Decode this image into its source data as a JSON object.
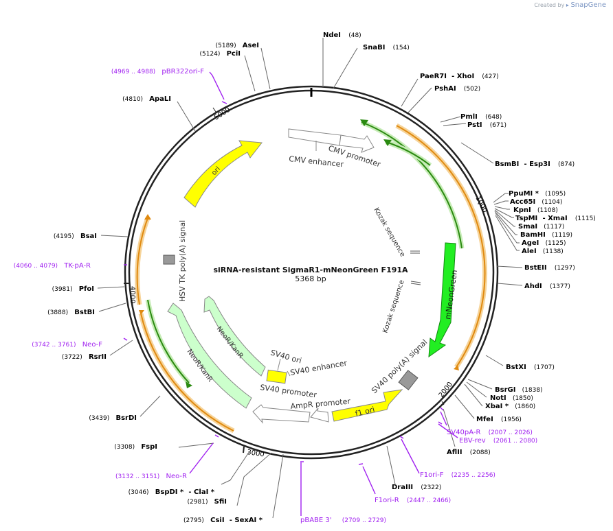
{
  "credit": {
    "created_by": "Created by",
    "brand": "SnapGene"
  },
  "title": "siRNA-resistant SigmaR1-mNeonGreen F191A",
  "length_label": "5368 bp",
  "total_bp": 5368,
  "tick_labels": [
    "1000",
    "2000",
    "3000",
    "4000",
    "5000"
  ],
  "colors": {
    "ring": "#222222",
    "primer": "#a020f0",
    "ori": "#ffff00",
    "orf_green": "#22ee22",
    "neo": "#ccffcc",
    "orange_band": "#f0a020",
    "dark_green": "#2a8a10",
    "terminator": "#999999"
  },
  "enzymes": [
    {
      "name": "NdeI",
      "pos": "(48)"
    },
    {
      "name": "SnaBI",
      "pos": "(154)"
    },
    {
      "name": "PaeR7I",
      "name2": "- XhoI",
      "pos": "(427)"
    },
    {
      "name": "PshAI",
      "pos": "(502)"
    },
    {
      "name": "PmlI",
      "pos": "(648)"
    },
    {
      "name": "PstI",
      "pos": "(671)"
    },
    {
      "name": "BsmBI",
      "name2": "- Esp3I",
      "pos": "(874)"
    },
    {
      "name": "PpuMI *",
      "pos": "(1095)"
    },
    {
      "name": "Acc65I",
      "pos": "(1104)"
    },
    {
      "name": "KpnI",
      "pos": "(1108)"
    },
    {
      "name": "TspMI",
      "name2": "- XmaI",
      "pos": "(1115)"
    },
    {
      "name": "SmaI",
      "pos": "(1117)"
    },
    {
      "name": "BamHI",
      "pos": "(1119)"
    },
    {
      "name": "AgeI",
      "pos": "(1125)"
    },
    {
      "name": "AleI",
      "pos": "(1138)"
    },
    {
      "name": "BstEII",
      "pos": "(1297)"
    },
    {
      "name": "AhdI",
      "pos": "(1377)"
    },
    {
      "name": "BstXI",
      "pos": "(1707)"
    },
    {
      "name": "BsrGI",
      "pos": "(1838)"
    },
    {
      "name": "NotI",
      "pos": "(1850)"
    },
    {
      "name": "XbaI *",
      "pos": "(1860)"
    },
    {
      "name": "MfeI",
      "pos": "(1956)"
    },
    {
      "name": "AflII",
      "pos": "(2088)"
    },
    {
      "name": "DraIII",
      "pos": "(2322)"
    },
    {
      "name": "SfiI",
      "pos": "(2981)"
    },
    {
      "name": "CsiI",
      "name2": "- SexAI *",
      "pos": "(2795)"
    },
    {
      "name": "BspDI *",
      "name2": "- ClaI *",
      "pos": "(3046)"
    },
    {
      "name": "FspI",
      "pos": "(3308)"
    },
    {
      "name": "BsrDI",
      "pos": "(3439)"
    },
    {
      "name": "RsrII",
      "pos": "(3722)"
    },
    {
      "name": "BstBI",
      "pos": "(3888)"
    },
    {
      "name": "PfoI",
      "pos": "(3981)"
    },
    {
      "name": "BsaI",
      "pos": "(4195)"
    },
    {
      "name": "ApaLI",
      "pos": "(4810)"
    },
    {
      "name": "PciI",
      "pos": "(5124)"
    },
    {
      "name": "AseI",
      "pos": "(5189)"
    }
  ],
  "primers": [
    {
      "name": "pBR322ori-F",
      "range": "(4969 .. 4988)"
    },
    {
      "name": "TK-pA-R",
      "range": "(4060 .. 4079)"
    },
    {
      "name": "Neo-F",
      "range": "(3742 .. 3761)"
    },
    {
      "name": "Neo-R",
      "range": "(3132 .. 3151)"
    },
    {
      "name": "pBABE 3'",
      "range": "(2709 .. 2729)"
    },
    {
      "name": "F1ori-R",
      "range": "(2447 .. 2466)"
    },
    {
      "name": "F1ori-F",
      "range": "(2235 .. 2256)"
    },
    {
      "name": "SV40pA-R",
      "range": "(2007 .. 2026)"
    },
    {
      "name": "EBV-rev",
      "range": "(2061 .. 2080)"
    }
  ],
  "features": [
    "CMV enhancer",
    "CMV promoter",
    "Kozak sequence",
    "mNeonGreen",
    "Kozak sequence",
    "SV40 poly(A) signal",
    "f1 ori",
    "AmpR promoter",
    "SV40 promoter",
    "SV40 enhancer",
    "SV40 ori",
    "NeoR/KanR",
    "NeoR/KanR",
    "HSV TK poly(A) signal",
    "ori"
  ]
}
